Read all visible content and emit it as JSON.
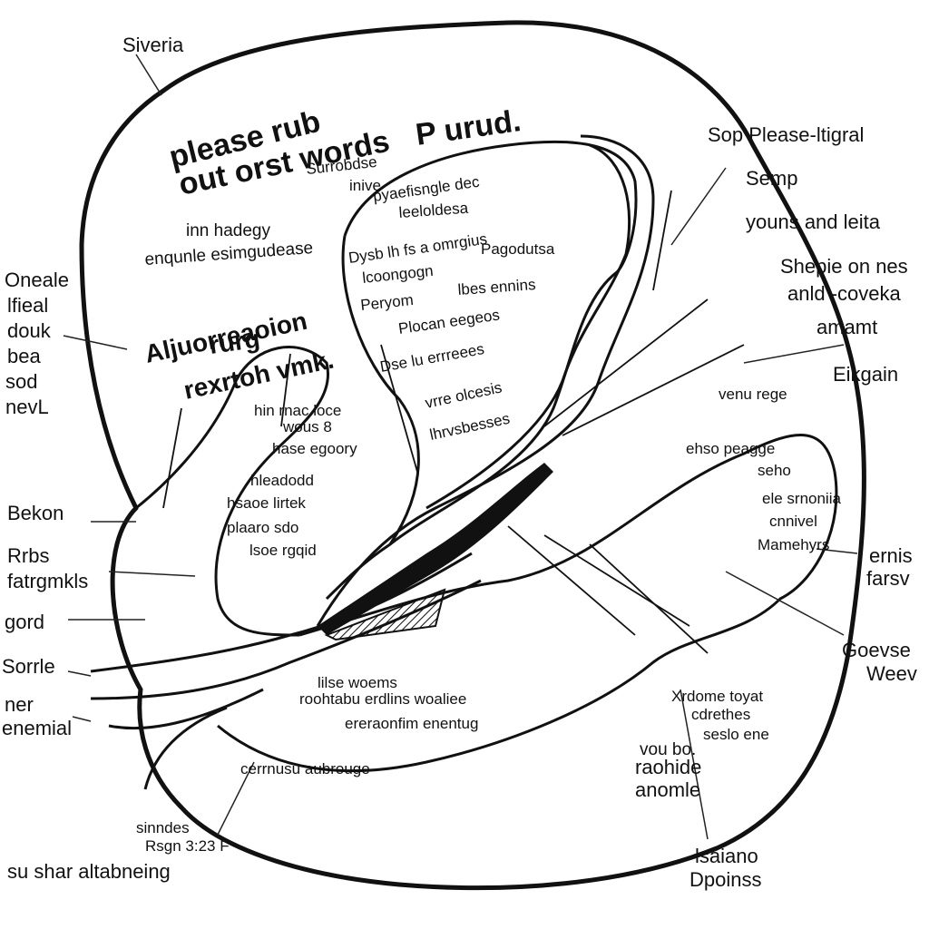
{
  "external_labels": {
    "top_left": "Siveria",
    "left_1": [
      "Oneale",
      "lfieal",
      "douk",
      "bea",
      "sod",
      "nevL"
    ],
    "left_2": "Bekon",
    "left_3": [
      "Rrbs",
      "fatrgmkls"
    ],
    "left_4": "gord",
    "left_5": "Sorrle",
    "left_6": [
      "ner",
      "enemial"
    ],
    "bottom_left_small": [
      "sinndes",
      "Rsgn 3:23 F"
    ],
    "bottom_left_main": "su shar altabneing",
    "right_1": "Sop Please-ltigral",
    "right_2": "Semp",
    "right_3": "youns and leita",
    "right_4": [
      "Shepie on nes",
      "anld -coveka",
      "amamt"
    ],
    "right_5": "Eikgain",
    "right_6": [
      "ernis",
      "farsv"
    ],
    "right_7": [
      "Goevse",
      "Weev"
    ],
    "bottom_right": [
      "lsaiano",
      "Dpoinss"
    ],
    "bottom_center": [
      "vou bo.",
      "raohide",
      "anomle"
    ]
  },
  "inner_labels": {
    "title": [
      "please rub",
      "out orst words"
    ],
    "heading_right": "P urud.",
    "small_top": [
      "Surrobdse",
      "inive"
    ],
    "left_block": [
      "inn hadegy",
      "enqunle esimgudease"
    ],
    "center_big": [
      "Aljuorreaoion",
      "rurg",
      "rexrtoh vmk."
    ],
    "mid_left": [
      "hin rnac loce",
      "wous 8",
      "hase egoory"
    ],
    "lower_left": [
      "hleadodd",
      "hsaoe lirtek",
      "plaaro sdo",
      "lsoe rgqid"
    ],
    "right_mid": [
      "ehso peagge",
      "seho",
      "ele srnoniia",
      "cnnivel",
      "Mamehyrs"
    ],
    "right_small": "venu rege",
    "lower_right": [
      "Xrdome toyat",
      "cdrethes",
      "seslo ene"
    ],
    "bottom_text": [
      "lilse woems",
      "roohtabu erdlins woaliee",
      "ereraonfim enentug",
      "cerrnusu aubrouge"
    ],
    "core_lines": [
      "pyaefisngle dec",
      "leeloldesa",
      "Dysb lh fs a omrgius",
      "lcoongogn",
      "Pagodutsa",
      "Peryom",
      "lbes ennins",
      "Plocan eegeos",
      "Dse lu errreees",
      "vrre olcesis",
      "lhrvsbesses"
    ]
  },
  "colors": {
    "ink": "#111111",
    "background": "#ffffff"
  }
}
